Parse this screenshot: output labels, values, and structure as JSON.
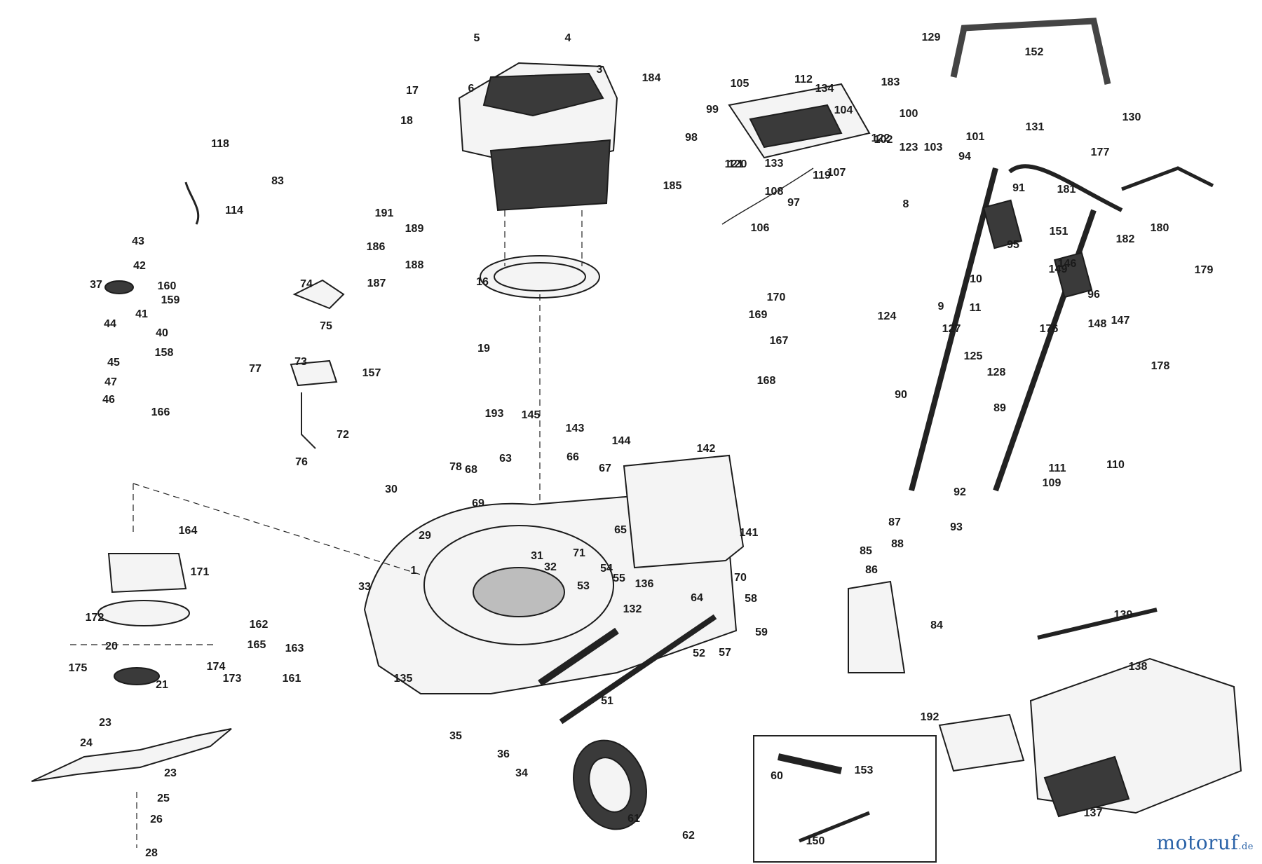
{
  "diagram": {
    "part_numbers": [
      "1",
      "3",
      "4",
      "5",
      "6",
      "8",
      "9",
      "10",
      "11",
      "16",
      "17",
      "18",
      "19",
      "20",
      "21",
      "23",
      "23",
      "24",
      "25",
      "26",
      "28",
      "29",
      "30",
      "31",
      "32",
      "33",
      "34",
      "35",
      "36",
      "37",
      "40",
      "41",
      "42",
      "43",
      "44",
      "45",
      "46",
      "47",
      "51",
      "52",
      "53",
      "54",
      "55",
      "57",
      "58",
      "59",
      "60",
      "61",
      "62",
      "63",
      "64",
      "65",
      "66",
      "67",
      "68",
      "69",
      "70",
      "71",
      "72",
      "73",
      "74",
      "75",
      "76",
      "77",
      "78",
      "83",
      "84",
      "85",
      "86",
      "87",
      "88",
      "89",
      "90",
      "91",
      "92",
      "93",
      "94",
      "95",
      "96",
      "97",
      "98",
      "99",
      "100",
      "101",
      "102",
      "103",
      "104",
      "105",
      "106",
      "107",
      "108",
      "109",
      "110",
      "111",
      "112",
      "114",
      "118",
      "119",
      "120",
      "121",
      "122",
      "123",
      "124",
      "125",
      "127",
      "128",
      "129",
      "130",
      "131",
      "132",
      "133",
      "134",
      "135",
      "136",
      "137",
      "138",
      "139",
      "141",
      "142",
      "143",
      "144",
      "145",
      "146",
      "147",
      "148",
      "149",
      "150",
      "151",
      "152",
      "153",
      "157",
      "158",
      "159",
      "160",
      "161",
      "162",
      "163",
      "164",
      "165",
      "166",
      "167",
      "168",
      "169",
      "170",
      "171",
      "172",
      "173",
      "174",
      "175",
      "176",
      "177",
      "178",
      "179",
      "180",
      "181",
      "182",
      "183",
      "184",
      "185",
      "186",
      "187",
      "188",
      "189",
      "191",
      "192",
      "193"
    ]
  },
  "watermark": {
    "brand": "motoruf",
    "tld": ".de"
  },
  "colors": {
    "ink": "#1a1a1a",
    "brand": "#2b63a8",
    "background": "#ffffff"
  }
}
